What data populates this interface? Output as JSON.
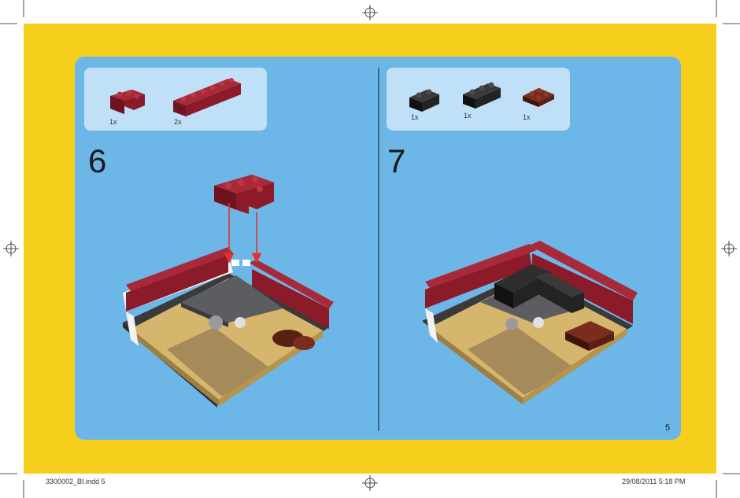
{
  "colors": {
    "page_border": "#f6cf1d",
    "panel_background": "#6db7e8",
    "parts_bubble": "#bfe0f6",
    "dark_red": "#8c1b2a",
    "tan": "#d6b66d",
    "dark_tan": "#a58a5a",
    "dark_gray": "#5c5d60",
    "black": "#232323",
    "reddish_brown": "#5b1f14",
    "white": "#f2f2f2"
  },
  "steps": [
    {
      "number": "6",
      "parts": [
        {
          "qty": "1x",
          "piece": "dark-red-l-brick"
        },
        {
          "qty": "2x",
          "piece": "dark-red-1x6-brick"
        }
      ]
    },
    {
      "number": "7",
      "parts": [
        {
          "qty": "1x",
          "piece": "black-1x2-brick"
        },
        {
          "qty": "1x",
          "piece": "black-1x3-brick"
        },
        {
          "qty": "1x",
          "piece": "reddish-brown-2x2-plate"
        }
      ]
    }
  ],
  "page_number": "5",
  "print_slug": {
    "file": "3300002_BI.indd   5",
    "timestamp": "29/08/2011   5:18 PM"
  }
}
